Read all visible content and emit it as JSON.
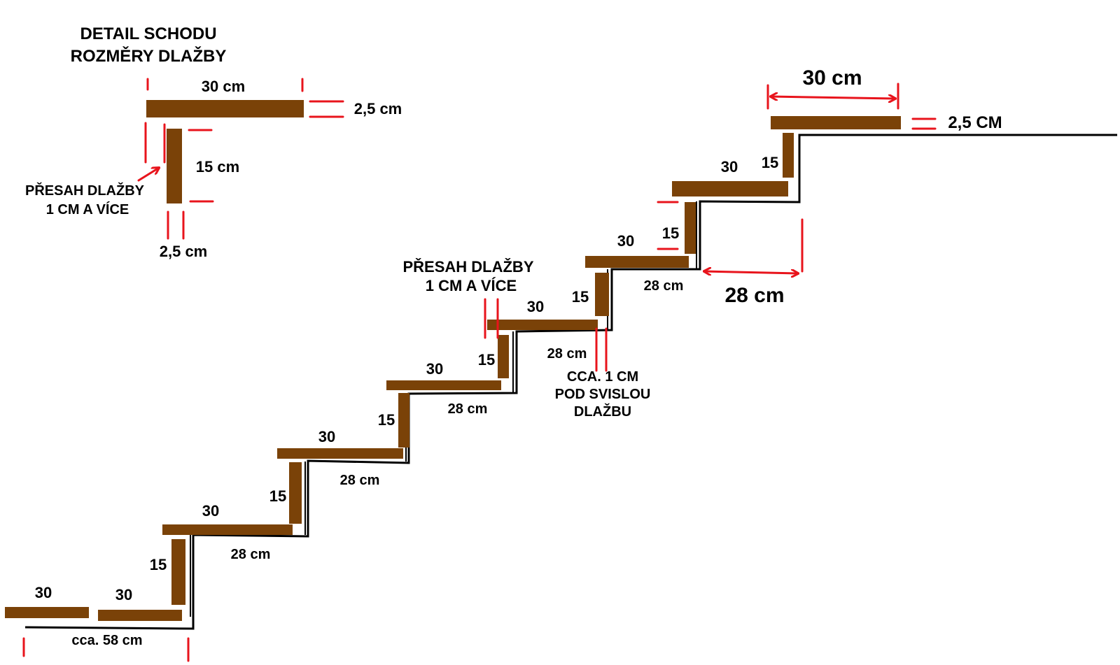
{
  "detail": {
    "title_line1": "DETAIL SCHODU",
    "title_line2": "ROZMĚRY DLAŽBY",
    "tread_length": "30 cm",
    "tread_thickness": "2,5 cm",
    "riser_height": "15 cm",
    "riser_thickness": "2,5 cm",
    "overhang_line1": "PŘESAH DLAŽBY",
    "overhang_line2": "1 CM A VÍCE"
  },
  "stairs": {
    "landing_tread_a": "30",
    "landing_tread_b": "30",
    "landing_depth": "cca. 58 cm",
    "step1_tread": "30",
    "step1_riser": "15",
    "step1_depth": "28 cm",
    "step2_tread": "30",
    "step2_riser": "15",
    "step2_depth": "28 cm",
    "step3_tread": "30",
    "step3_riser": "15",
    "step3_depth": "28 cm",
    "step4_tread": "30",
    "step4_riser": "15",
    "step4_depth": "28 cm",
    "step5_tread": "30",
    "step5_riser": "15",
    "step5_depth": "28 cm",
    "step6_tread": "30",
    "step6_riser": "15",
    "step7_tread": "30",
    "step7_riser": "15",
    "top_tread_length": "30 cm",
    "top_tread_thickness": "2,5 CM",
    "top_depth": "28 cm",
    "overhang_line1": "PŘESAH DLAŽBY",
    "overhang_line2": "1 CM A VÍCE",
    "under_note_line1": "CCA. 1 CM",
    "under_note_line2": "POD SVISLOU",
    "under_note_line3": "DLAŽBU"
  },
  "colors": {
    "tile": "#7a4208",
    "dimension": "#e8141c",
    "structure": "#000000",
    "background": "#ffffff"
  }
}
